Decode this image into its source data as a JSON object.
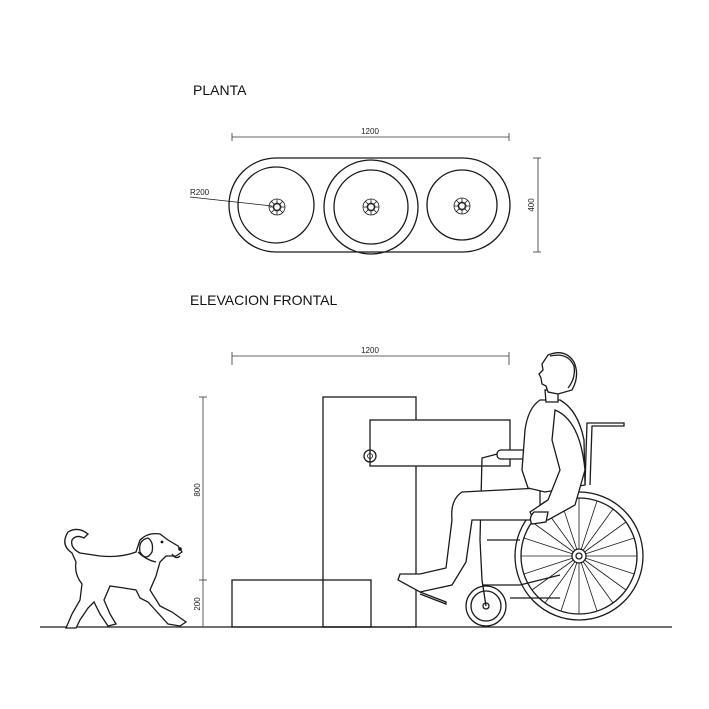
{
  "plan": {
    "title": "PLANTA",
    "width_dim": "1200",
    "depth_dim": "400",
    "radius_label": "R200"
  },
  "elevation": {
    "title": "ELEVACION FRONTAL",
    "width_dim": "1200",
    "height_dim": "800",
    "step_dim": "200"
  }
}
